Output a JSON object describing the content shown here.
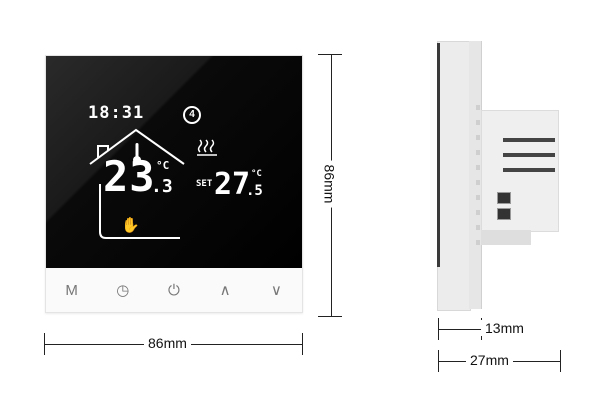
{
  "front_view": {
    "display": {
      "clock": "18:31",
      "program_indicator": "4",
      "room_temp_main": "23",
      "room_temp_decimal": ".3",
      "room_temp_unit": "°C",
      "set_label": "SET",
      "set_temp_main": "27",
      "set_temp_decimal": ".5",
      "set_temp_unit": "°C",
      "icons": [
        "house-outline-icon",
        "thermometer-icon",
        "heating-waves-icon",
        "hand-touch-icon",
        "program-circle-icon"
      ]
    },
    "buttons": [
      {
        "id": "mode",
        "label": "M"
      },
      {
        "id": "clock",
        "label": "◷"
      },
      {
        "id": "power",
        "label": "⏻"
      },
      {
        "id": "up",
        "label": "∧"
      },
      {
        "id": "down",
        "label": "∨"
      }
    ]
  },
  "dimensions": {
    "width": "86mm",
    "height": "86mm",
    "depth_plate": "13mm",
    "depth_total": "27mm"
  }
}
